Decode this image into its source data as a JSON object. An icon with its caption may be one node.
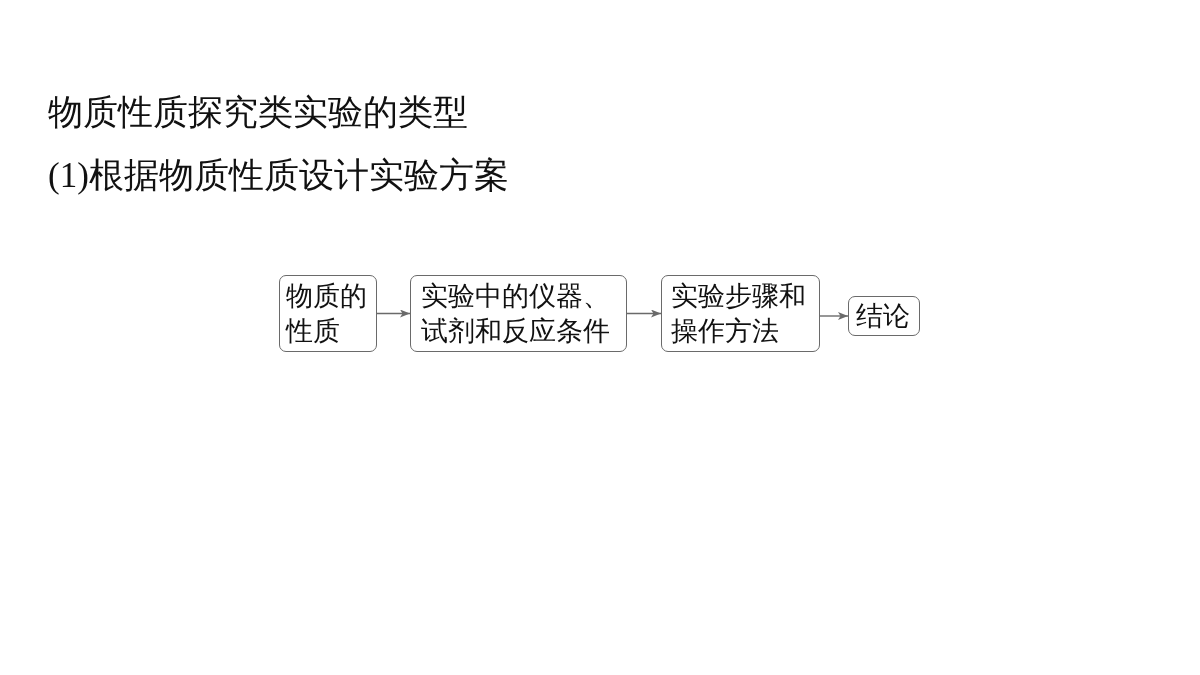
{
  "diagram": {
    "title": "物质性质探究类实验的类型",
    "nodes": [
      {
        "text": [
          "物质的性质"
        ]
      },
      {
        "text": [
          "实验中的仪器、试剂和反应条件"
        ]
      },
      {
        "text": [
          "实验步骤和操作方法"
        ]
      },
      {
        "text": [
          "结论"
        ]
      }
    ],
    "edges": [
      {
        "from": 0,
        "to": 1,
        "arrow": "to"
      },
      {
        "from": 1,
        "to": 2,
        "arrow": "to"
      },
      {
        "from": 2,
        "to": 3,
        "arrow": "to"
      }
    ],
    "labels": [
      "(1)根据物质性质设计实验方案"
    ]
  }
}
